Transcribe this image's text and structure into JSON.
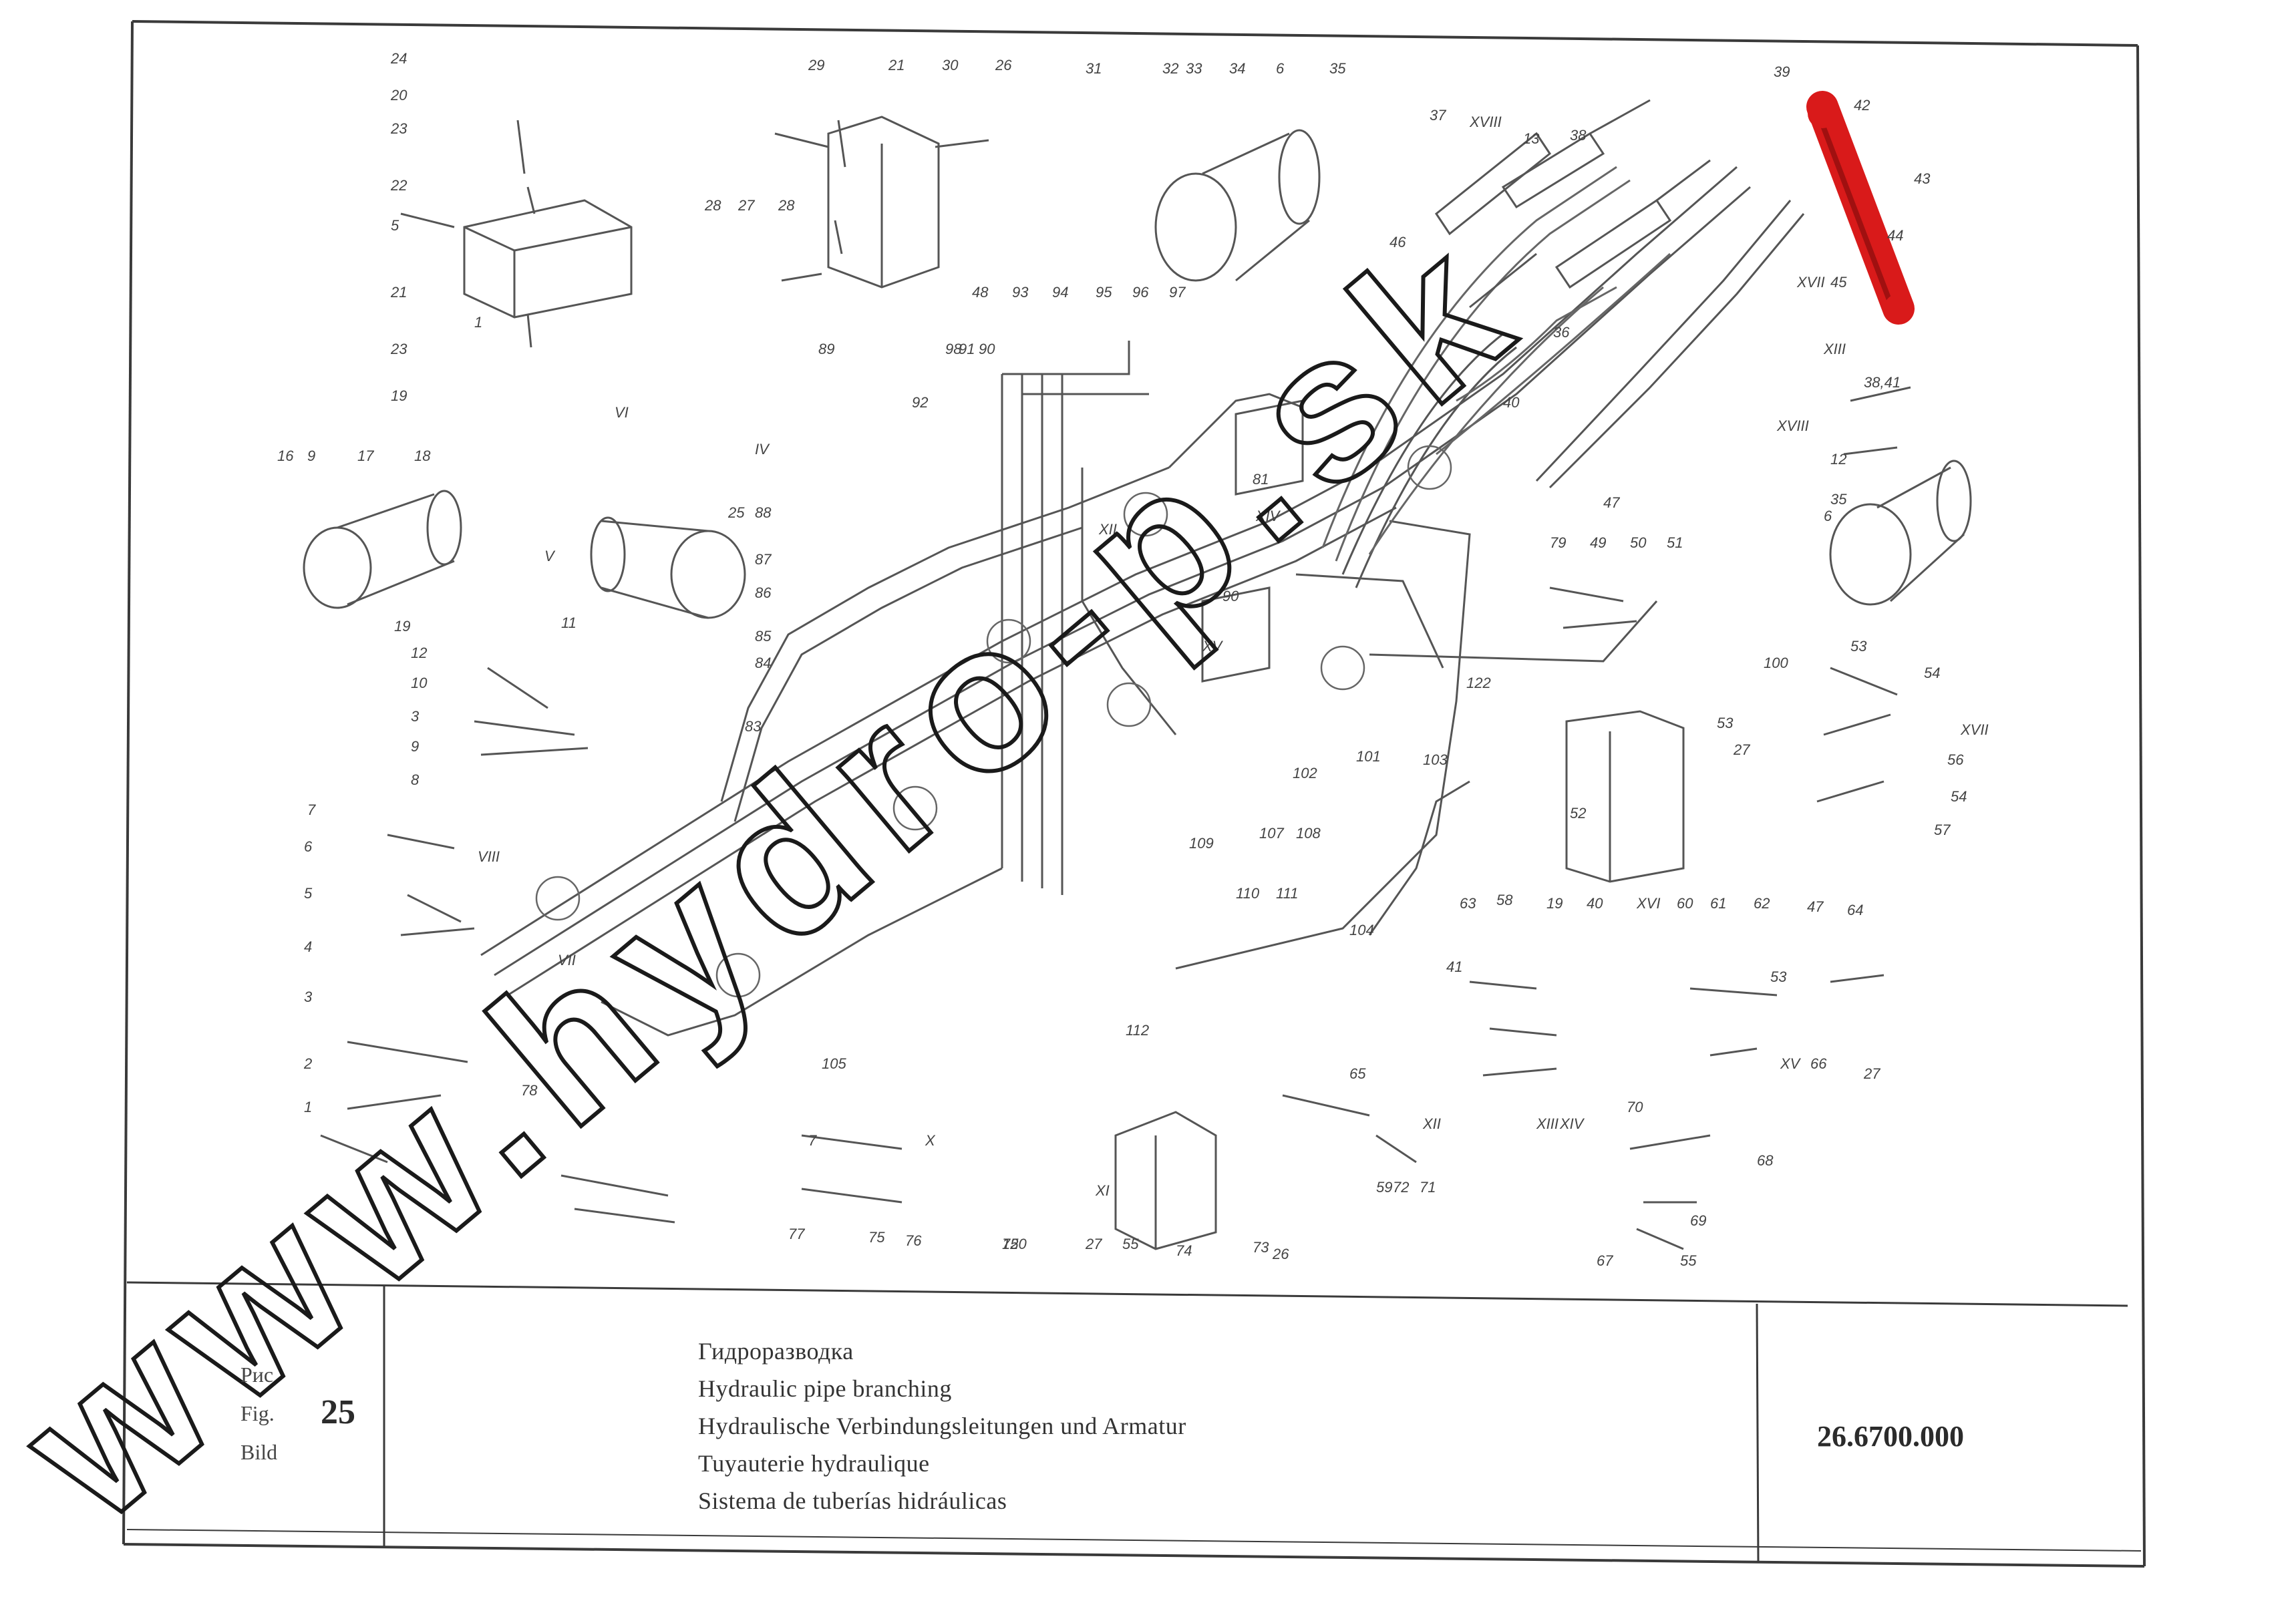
{
  "figure": {
    "labels": [
      "Рис",
      "Fig.",
      "Bild"
    ],
    "number": "25",
    "titles": [
      "Гидроразводка",
      "Hydraulic pipe branching",
      "Hydraulische Verbindungsleitungen und Armatur",
      "Tuyauterie hydraulique",
      "Sistema de tuberías hidráulicas"
    ],
    "drawing_number": "26.6700.000"
  },
  "watermark": {
    "text": "www.hydro-p.sk",
    "color": "#1a1a1a"
  },
  "highlight": {
    "color": "#d91a1a",
    "part": "hydraulic-cylinder"
  },
  "callouts": [
    "24",
    "20",
    "23",
    "22",
    "5",
    "21",
    "23",
    "19",
    "1",
    "29",
    "21",
    "30",
    "26",
    "28",
    "27",
    "28",
    "89",
    "31",
    "32",
    "33",
    "34",
    "6",
    "35",
    "37",
    "XVIII",
    "38",
    "13",
    "39",
    "42",
    "43",
    "44",
    "XVII",
    "45",
    "46",
    "36",
    "40",
    "XIII",
    "38,41",
    "12",
    "35",
    "6",
    "XVIII",
    "47",
    "48",
    "93",
    "94",
    "95",
    "96",
    "97",
    "98",
    "90",
    "91",
    "92",
    "IV",
    "88",
    "87",
    "86",
    "85",
    "84",
    "83",
    "81",
    "XIV",
    "90",
    "XII",
    "XV",
    "16",
    "9",
    "17",
    "18",
    "19",
    "VI",
    "25",
    "V",
    "11",
    "12",
    "10",
    "3",
    "9",
    "8",
    "7",
    "6",
    "VIII",
    "5",
    "4",
    "3",
    "2",
    "1",
    "VII",
    "78",
    "79",
    "49",
    "50",
    "51",
    "122",
    "103",
    "101",
    "102",
    "100",
    "53",
    "54",
    "XVII",
    "56",
    "54",
    "57",
    "53",
    "27",
    "52",
    "XVI",
    "60",
    "61",
    "62",
    "63",
    "58",
    "19",
    "40",
    "41",
    "XIII",
    "47",
    "64",
    "53",
    "XV",
    "66",
    "27",
    "65",
    "XII",
    "59",
    "72",
    "71",
    "70",
    "XIV",
    "68",
    "69",
    "67",
    "55",
    "XI",
    "27",
    "55",
    "74",
    "73",
    "26",
    "7",
    "X",
    "77",
    "75",
    "76",
    "75",
    "120",
    "105",
    "104",
    "107",
    "108",
    "109",
    "110",
    "111",
    "112"
  ]
}
